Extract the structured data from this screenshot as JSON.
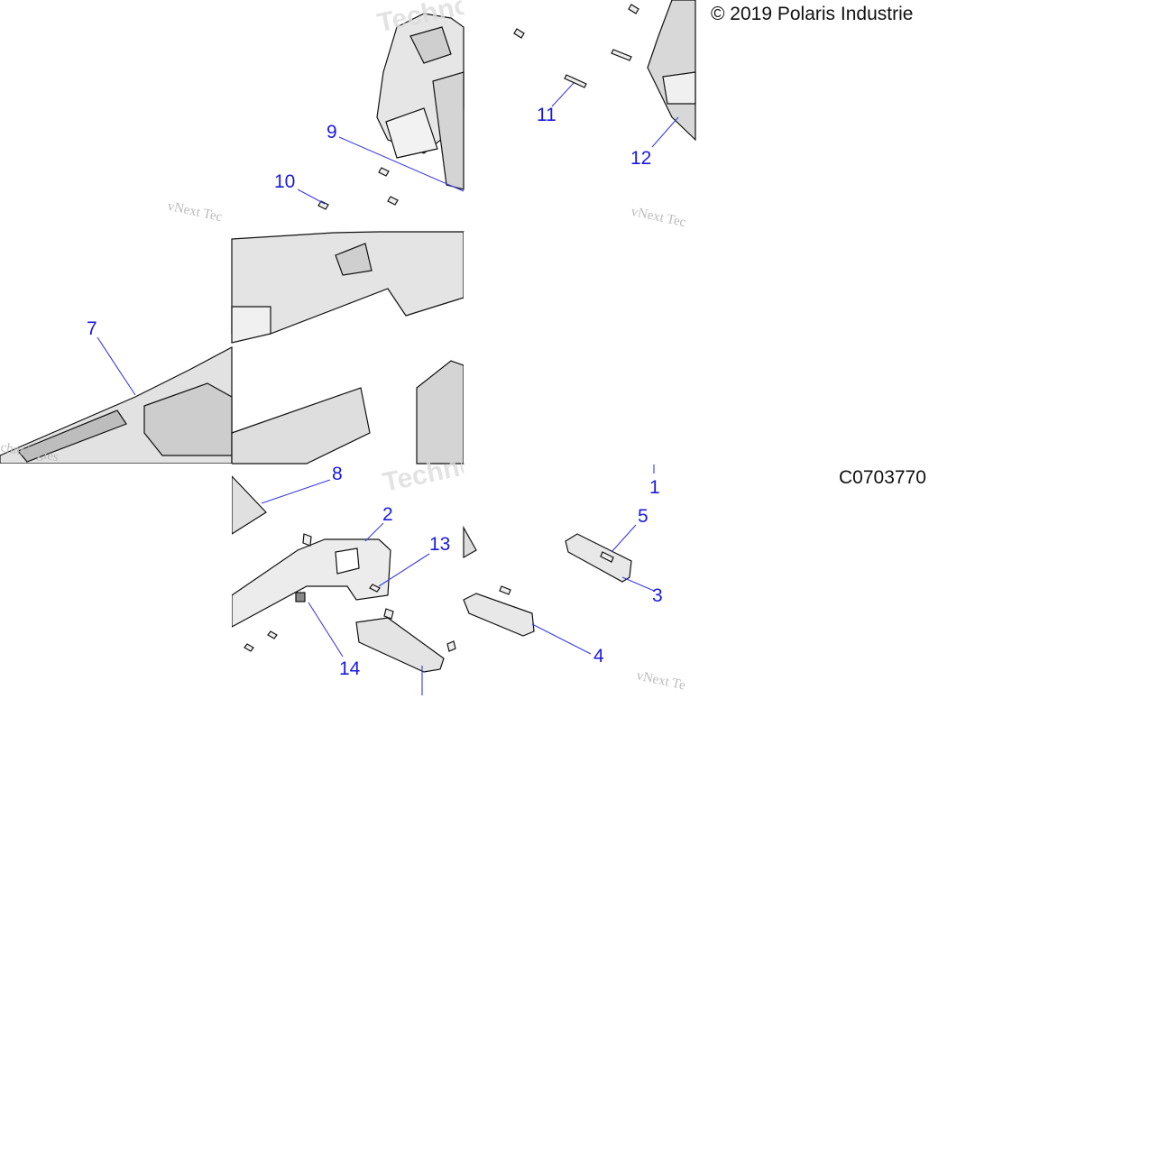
{
  "copyright": "© 2019 Polaris Industrie",
  "figure_code": "C0703770",
  "callouts": [
    "1",
    "2",
    "3",
    "4",
    "5",
    "7",
    "8",
    "9",
    "10",
    "11",
    "12",
    "13",
    "14"
  ],
  "watermark": {
    "brand": "vNext Tec",
    "brand2": "vNext Te",
    "techno": "Techno",
    "technologies": "chnologies"
  },
  "colors": {
    "callout": "#1a1adf",
    "line": "#3a3ae0",
    "part_fill": "#d9d9d9",
    "part_stroke": "#111111"
  }
}
